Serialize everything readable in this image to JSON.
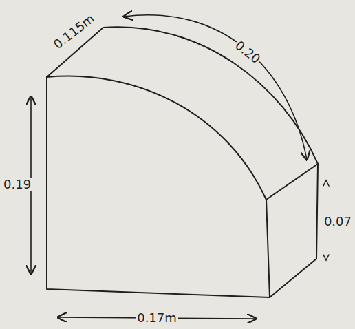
{
  "diagram": {
    "labels": [
      "0.115m",
      "0.20",
      "0.19",
      "0.17m",
      "0.07"
    ]
  }
}
